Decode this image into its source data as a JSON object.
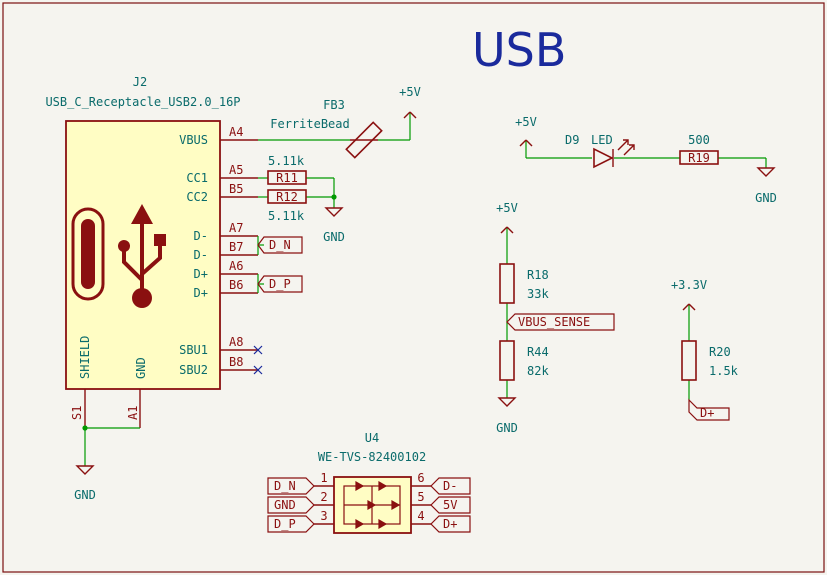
{
  "title": "USB",
  "connector": {
    "ref": "J2",
    "value": "USB_C_Receptacle_USB2.0_16P",
    "pins": [
      {
        "name": "VBUS",
        "num": "A4"
      },
      {
        "name": "CC1",
        "num": "A5"
      },
      {
        "name": "CC2",
        "num": "B5"
      },
      {
        "name": "D-",
        "num": "A7"
      },
      {
        "name": "D-",
        "num": "B7"
      },
      {
        "name": "D+",
        "num": "A6"
      },
      {
        "name": "D+",
        "num": "B6"
      },
      {
        "name": "SBU1",
        "num": "A8"
      },
      {
        "name": "SBU2",
        "num": "B8"
      },
      {
        "name": "SHIELD",
        "num": "S1"
      },
      {
        "name": "GND",
        "num": "A1"
      }
    ]
  },
  "ferrite": {
    "ref": "FB3",
    "value": "FerriteBead"
  },
  "resistors": {
    "r11": {
      "ref": "R11",
      "value": "5.11k"
    },
    "r12": {
      "ref": "R12",
      "value": "5.11k"
    },
    "r18": {
      "ref": "R18",
      "value": "33k"
    },
    "r44": {
      "ref": "R44",
      "value": "82k"
    },
    "r20": {
      "ref": "R20",
      "value": "1.5k"
    },
    "r19": {
      "ref": "R19",
      "value": "500"
    }
  },
  "led": {
    "ref": "D9",
    "value": "LED"
  },
  "tvs": {
    "ref": "U4",
    "value": "WE-TVS-82400102",
    "left_pins": [
      {
        "num": "1",
        "label": "D_N"
      },
      {
        "num": "2",
        "label": "GND"
      },
      {
        "num": "3",
        "label": "D_P"
      }
    ],
    "right_pins": [
      {
        "num": "6",
        "label": "D-"
      },
      {
        "num": "5",
        "label": "5V"
      },
      {
        "num": "4",
        "label": "D+"
      }
    ]
  },
  "power": {
    "p5v_fb": "+5V",
    "p5v_led": "+5V",
    "p5v_div": "+5V",
    "p3v3": "+3.3V",
    "gnd_cc": "GND",
    "gnd_led": "GND",
    "gnd_div": "GND",
    "gnd_shield": "GND"
  },
  "labels": {
    "dn": "D_N",
    "dp": "D_P",
    "vbus_sense": "VBUS_SENSE",
    "dplus": "D+"
  },
  "colors": {
    "wire": "#009900",
    "component": "#8a1010",
    "text": "#0a6b6b",
    "title": "#1a2a9c",
    "body": "#fffdc4"
  }
}
